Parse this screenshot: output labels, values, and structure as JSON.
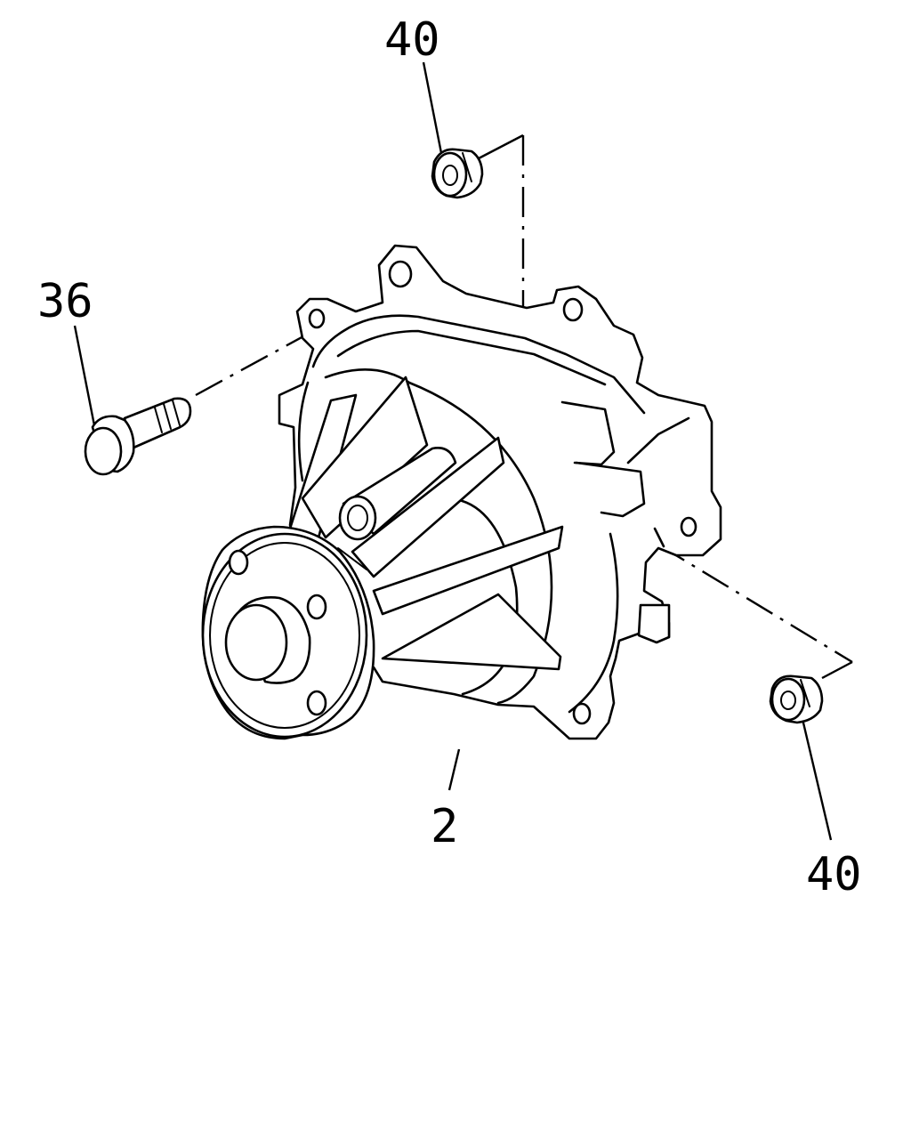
{
  "diagram": {
    "callouts": [
      {
        "id": "nut-top",
        "label": "40"
      },
      {
        "id": "bolt",
        "label": "36"
      },
      {
        "id": "water-pump",
        "label": "2"
      },
      {
        "id": "nut-bottom",
        "label": "40"
      }
    ]
  }
}
